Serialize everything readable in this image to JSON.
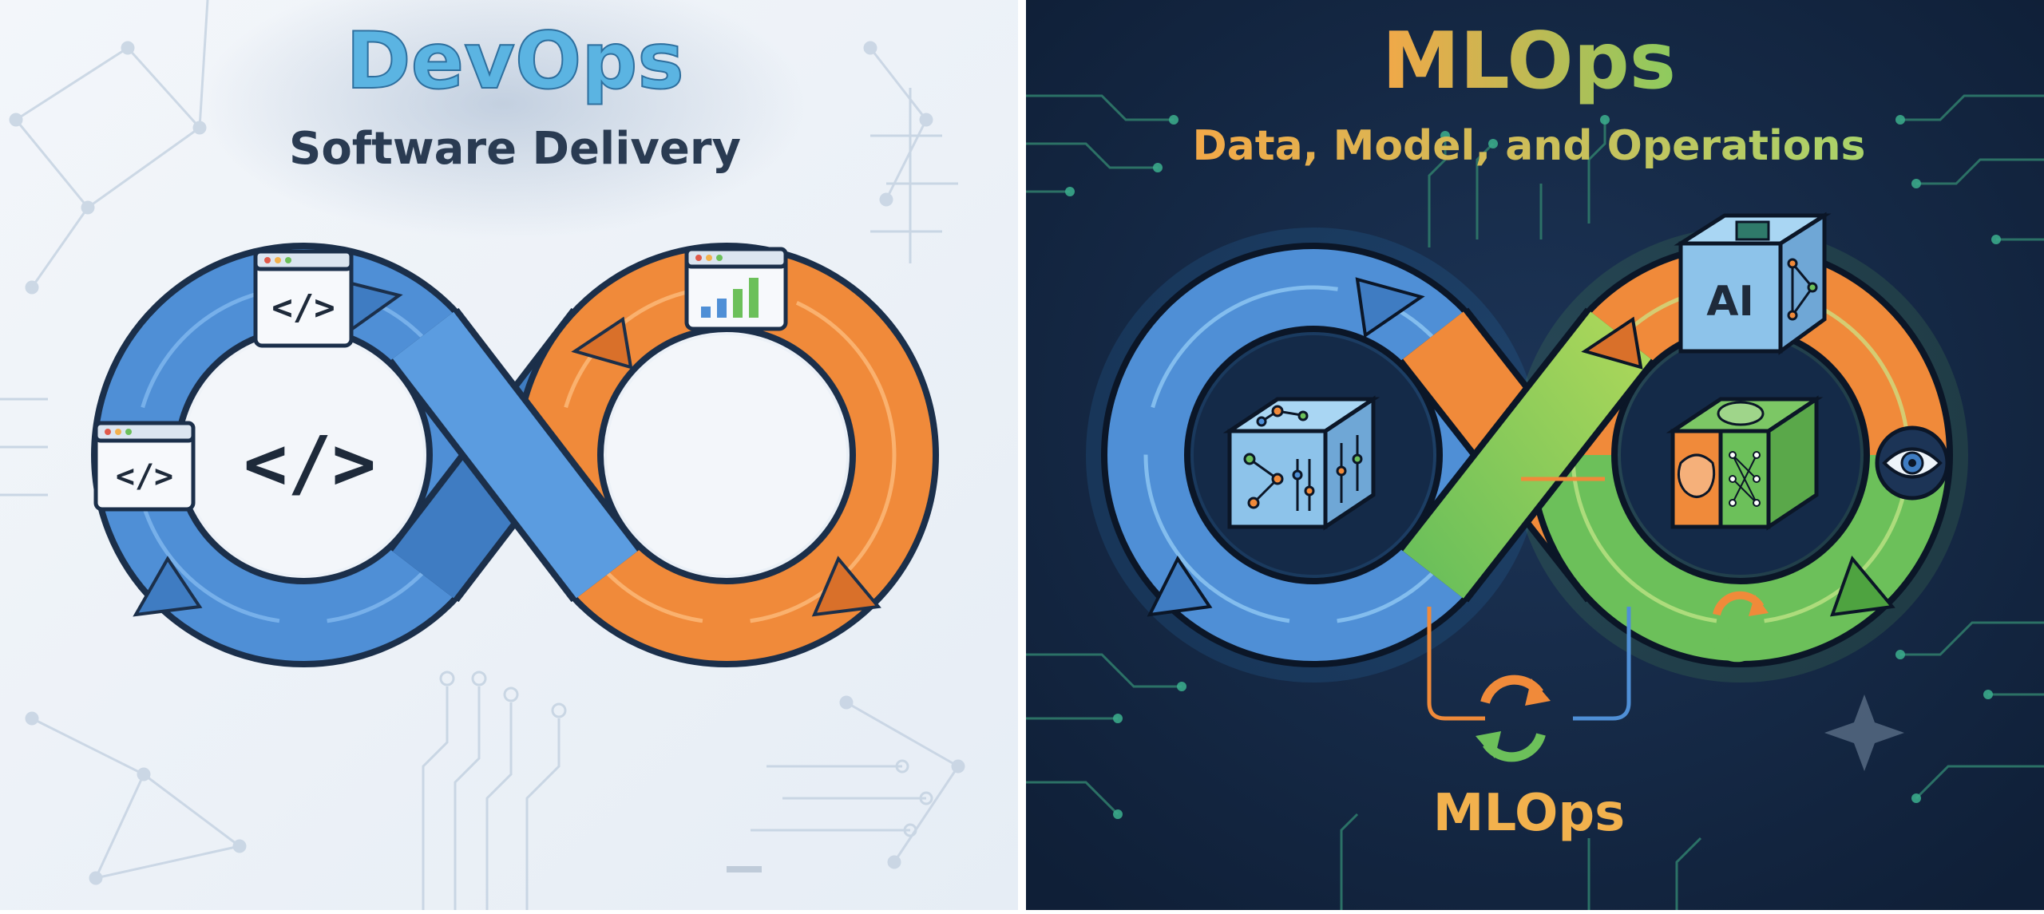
{
  "left_panel": {
    "title": "DevOps",
    "subtitle": "Software Delivery",
    "code_glyph": "</>",
    "colors": {
      "blue": "#4f8fd6",
      "orange": "#f08a3a",
      "title": "#5bb4e2",
      "text": "#1e2a3a"
    }
  },
  "right_panel": {
    "title": "MLOps",
    "subtitle": "Data, Model, and Operations",
    "footer_label": "MLOps",
    "cube_label": "AI",
    "colors": {
      "background": "#132640",
      "blue": "#4f8fd6",
      "orange": "#f08a3a",
      "green": "#6cc05a",
      "title_gold": "#f2b14d",
      "title_green": "#8dcb5f"
    }
  }
}
